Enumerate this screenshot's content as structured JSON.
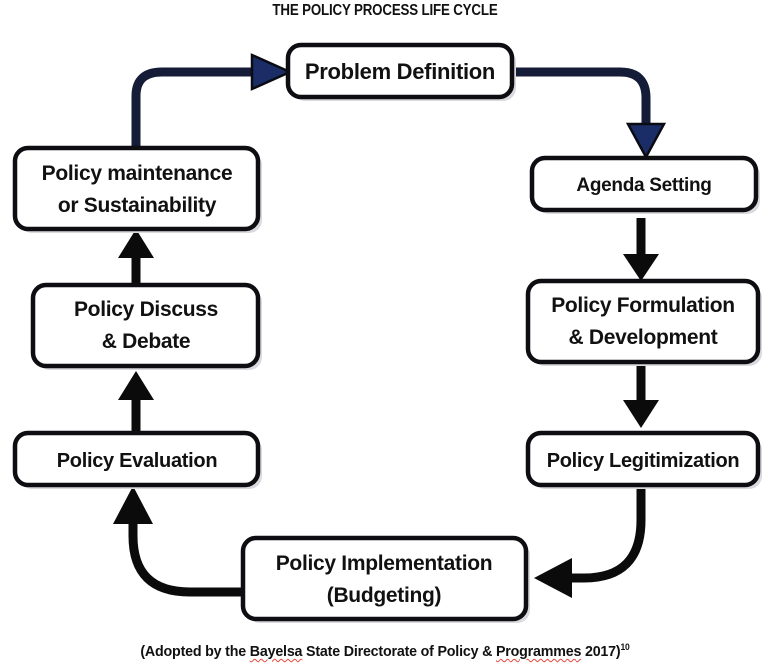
{
  "title": "THE POLICY PROCESS LIFE CYCLE",
  "diagram": {
    "type": "cycle-flowchart",
    "direction": "clockwise",
    "nodes": [
      {
        "id": "problem-definition",
        "lines": [
          "Problem Definition"
        ],
        "column": "top"
      },
      {
        "id": "agenda-setting",
        "lines": [
          "Agenda Setting"
        ],
        "column": "right"
      },
      {
        "id": "policy-formulation",
        "lines": [
          "Policy Formulation",
          "& Development"
        ],
        "column": "right"
      },
      {
        "id": "policy-legitimization",
        "lines": [
          "Policy Legitimization"
        ],
        "column": "right"
      },
      {
        "id": "policy-implementation",
        "lines": [
          "Policy Implementation",
          "(Budgeting)"
        ],
        "column": "bottom"
      },
      {
        "id": "policy-evaluation",
        "lines": [
          "Policy Evaluation"
        ],
        "column": "left"
      },
      {
        "id": "policy-discuss",
        "lines": [
          "Policy Discuss",
          "& Debate"
        ],
        "column": "left"
      },
      {
        "id": "policy-maintenance",
        "lines": [
          "Policy maintenance",
          "or Sustainability"
        ],
        "column": "left"
      }
    ],
    "edges": [
      {
        "from": "problem-definition",
        "to": "agenda-setting",
        "style": "curved",
        "color": "#1b2d66"
      },
      {
        "from": "agenda-setting",
        "to": "policy-formulation",
        "style": "straight",
        "color": "#0b0b0b"
      },
      {
        "from": "policy-formulation",
        "to": "policy-legitimization",
        "style": "straight",
        "color": "#0b0b0b"
      },
      {
        "from": "policy-legitimization",
        "to": "policy-implementation",
        "style": "curved",
        "color": "#0b0b0b"
      },
      {
        "from": "policy-implementation",
        "to": "policy-evaluation",
        "style": "curved",
        "color": "#0b0b0b"
      },
      {
        "from": "policy-evaluation",
        "to": "policy-discuss",
        "style": "straight",
        "color": "#0b0b0b"
      },
      {
        "from": "policy-discuss",
        "to": "policy-maintenance",
        "style": "straight",
        "color": "#0b0b0b"
      },
      {
        "from": "policy-maintenance",
        "to": "problem-definition",
        "style": "curved",
        "color": "#1b2d66"
      }
    ]
  },
  "labels": {
    "problem_definition": "Problem Definition",
    "agenda_setting": "Agenda Setting",
    "policy_formulation_l1": "Policy Formulation",
    "policy_formulation_l2": "& Development",
    "policy_legitimization": "Policy Legitimization",
    "policy_implementation_l1": "Policy Implementation",
    "policy_implementation_l2": "(Budgeting)",
    "policy_evaluation": "Policy Evaluation",
    "policy_discuss_l1": "Policy Discuss",
    "policy_discuss_l2": "& Debate",
    "policy_maintenance_l1": "Policy maintenance",
    "policy_maintenance_l2": "or Sustainability"
  },
  "footer": {
    "prefix": "(Adopted by the ",
    "misspelled_1": "Bayelsa",
    "middle": " State Directorate of Policy & ",
    "misspelled_2": "Programmes",
    "suffix": " 2017)",
    "footnote": "10"
  }
}
